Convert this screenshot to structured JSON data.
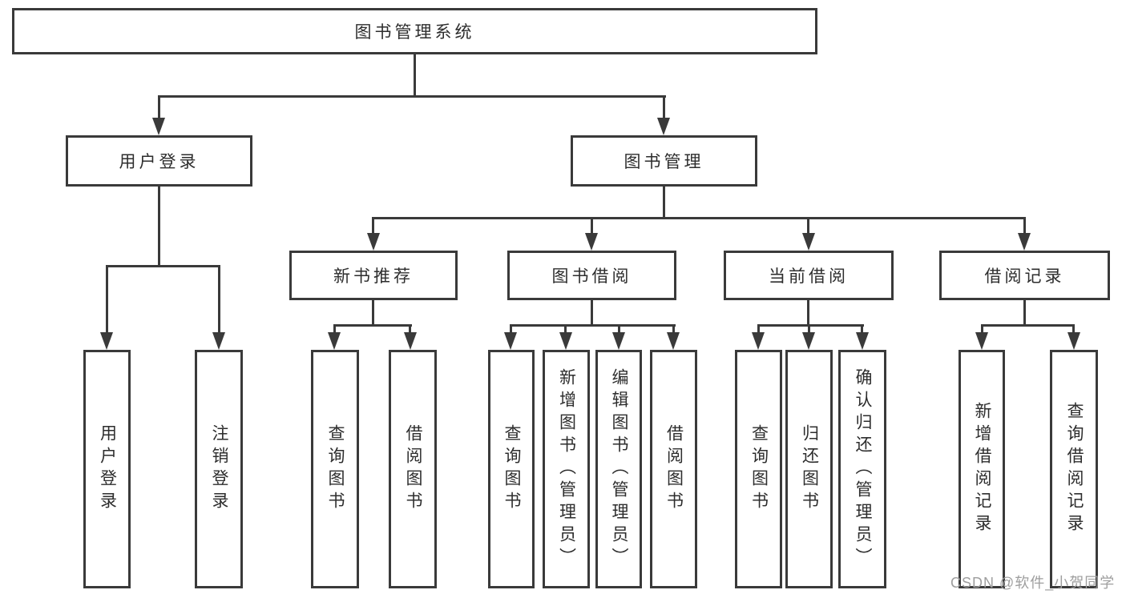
{
  "diagram": {
    "root": {
      "label": "图书管理系统"
    },
    "level2": {
      "user_login": {
        "label": "用户登录"
      },
      "book_management": {
        "label": "图书管理"
      }
    },
    "level3": {
      "new_book_recommend": {
        "label": "新书推荐"
      },
      "book_borrowing": {
        "label": "图书借阅"
      },
      "current_borrowing": {
        "label": "当前借阅"
      },
      "borrowing_records": {
        "label": "借阅记录"
      }
    },
    "leaves": {
      "user_login": {
        "label": "用户登录"
      },
      "logout_login": {
        "label": "注销登录"
      },
      "recommend_query_books": {
        "label": "查询图书"
      },
      "recommend_borrow_books": {
        "label": "借阅图书"
      },
      "borrowing_query_books": {
        "label": "查询图书"
      },
      "borrowing_add_books_admin": {
        "label": "新增图书（管理员）"
      },
      "borrowing_edit_books_admin": {
        "label": "编辑图书（管理员）"
      },
      "borrowing_borrow_books": {
        "label": "借阅图书"
      },
      "current_query_books": {
        "label": "查询图书"
      },
      "current_return_books": {
        "label": "归还图书"
      },
      "current_confirm_return_admin": {
        "label": "确认归还（管理员）"
      },
      "records_add_borrow_record": {
        "label": "新增借阅记录"
      },
      "records_query_borrow_record": {
        "label": "查询借阅记录"
      }
    }
  },
  "watermark": {
    "text": "CSDN @软件_小贺同学"
  },
  "colors": {
    "line": "#3a3a3a",
    "text": "#2d2d2d",
    "watermark": "#9e9e9e",
    "background": "#ffffff"
  }
}
